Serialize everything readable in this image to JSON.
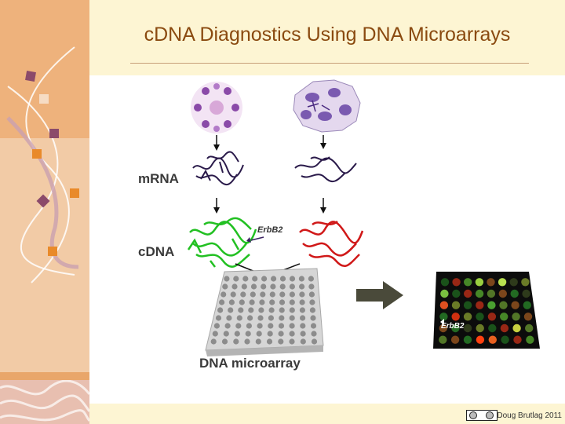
{
  "slide": {
    "title": "cDNA Diagnostics Using DNA Microarrays",
    "credit": "Doug Brutlag 2011"
  },
  "labels": {
    "mrna": "mRNA",
    "cdna": "cDNA",
    "erbb2_callout": "ErbB2",
    "microarray": "DNA microarray",
    "scan_erbb2": "ErbB2"
  },
  "icons": {
    "license": "creative-commons-badge"
  },
  "colors": {
    "title": "#8a4a10",
    "sidebar_top": "#eeb27c",
    "sidebar": "#f2cba6",
    "header": "#fdf5d3",
    "normal_cdna": "#22c022",
    "tumor_cdna": "#d01818",
    "mrna": "#2a1a4a",
    "arrow": "#4a4a3a"
  }
}
